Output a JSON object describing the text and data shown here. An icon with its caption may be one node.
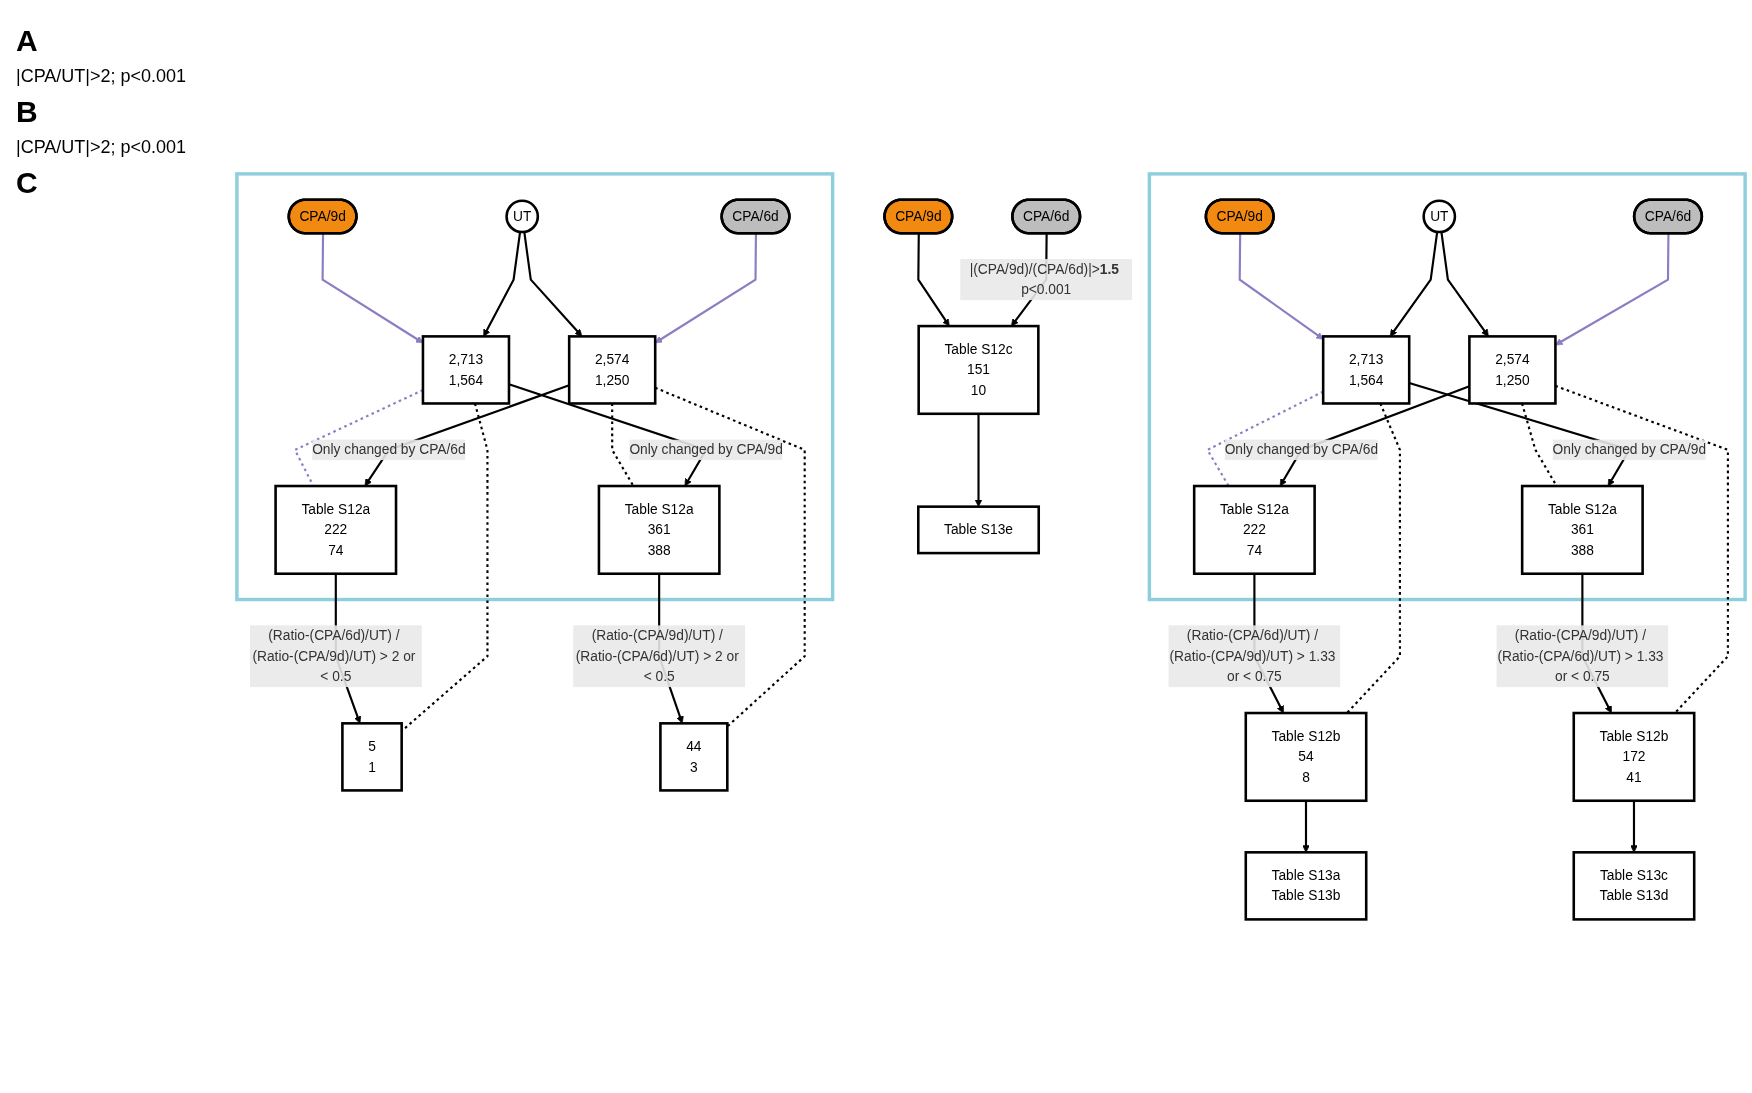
{
  "diagram": {
    "nodes": [
      {
        "text": [],
        "shape": "box"
      },
      {
        "text": [
          "CPA/6d"
        ],
        "in": 0
      },
      {
        "text": [
          "UT"
        ],
        "in": 0
      },
      {
        "text": [
          "CPA/9d"
        ],
        "in": 0
      },
      {
        "text": [
          "2,574",
          "1,250"
        ],
        "in": 0
      },
      {
        "text": [
          "2,713",
          "1,564"
        ],
        "in": 0
      },
      {
        "text": [
          "Table S12a",
          "222",
          "74"
        ],
        "in": 0
      },
      {
        "text": [
          "Table S12a",
          "361",
          "388"
        ],
        "in": 0
      },
      {
        "text": [
          "5",
          "1"
        ]
      },
      {
        "text": [
          "44",
          "3"
        ]
      },
      {
        "text": [],
        "shape": "box"
      },
      {
        "text": [
          "CPA/6d"
        ],
        "in": 10
      },
      {
        "text": [
          "UT"
        ],
        "in": 10
      },
      {
        "text": [
          "CPA/9d"
        ],
        "in": 10
      },
      {
        "text": [
          "2,574",
          "1,250"
        ],
        "in": 10
      },
      {
        "text": [
          "2,713",
          "1,564"
        ],
        "in": 10
      },
      {
        "text": [
          "Table S12a",
          "222",
          "74"
        ],
        "in": 10
      },
      {
        "text": [
          "Table S12a",
          "361",
          "388"
        ],
        "in": 10
      },
      {
        "text": [
          "Table S12b",
          "54",
          "8"
        ]
      },
      {
        "text": [
          "Table S12b",
          "172",
          "41"
        ]
      },
      {
        "text": [
          "Table S13a",
          "Table S13b"
        ]
      },
      {
        "text": [
          "Table S13c",
          "Table S13d"
        ]
      },
      {
        "text": [
          "CPA/6d"
        ]
      },
      {
        "text": [
          "CPA/9d"
        ]
      },
      {
        "text": [
          "Table S12c",
          "151",
          "10"
        ]
      },
      {
        "text": [
          "Table S13e"
        ]
      }
    ],
    "edges": [
      {
        "from": 1,
        "to": 4,
        "arrow": "to",
        "color": "#8e7cc3"
      },
      {
        "from": 2,
        "to": 4,
        "arrow": "to"
      },
      {
        "from": 2,
        "to": 5,
        "arrow": "to"
      },
      {
        "from": 3,
        "to": 5,
        "arrow": "to",
        "color": "#8e7cc3"
      },
      {
        "from": 4,
        "to": 6,
        "arrow": "to",
        "label": "Only changed by CPA/6d"
      },
      {
        "from": 5,
        "to": 7,
        "arrow": "to",
        "label": "Only changed by CPA/9d"
      },
      {
        "from": 4,
        "to": 7,
        "arrow": "none",
        "style": "dashed"
      },
      {
        "from": 4,
        "to": 9,
        "arrow": "none",
        "style": "dashed"
      },
      {
        "from": 5,
        "to": 6,
        "arrow": "none",
        "style": "dashed",
        "color": "#8e7cc3"
      },
      {
        "from": 5,
        "to": 8,
        "arrow": "none",
        "style": "dashed"
      },
      {
        "from": 6,
        "to": 8,
        "arrow": "to",
        "label": "(Ratio-(CPA/6d)/UT) / (Ratio-(CPA/9d)/UT) > 2 or < 0.5"
      },
      {
        "from": 7,
        "to": 9,
        "arrow": "to",
        "label": "(Ratio-(CPA/9d)/UT) / (Ratio-(CPA/6d)/UT) > 2 or < 0.5"
      },
      {
        "from": 11,
        "to": 14,
        "arrow": "to",
        "color": "#8e7cc3"
      },
      {
        "from": 12,
        "to": 14,
        "arrow": "to"
      },
      {
        "from": 12,
        "to": 15,
        "arrow": "to"
      },
      {
        "from": 13,
        "to": 15,
        "arrow": "to",
        "color": "#8e7cc3"
      },
      {
        "from": 14,
        "to": 16,
        "arrow": "to",
        "label": "Only changed by CPA/6d"
      },
      {
        "from": 15,
        "to": 17,
        "arrow": "to",
        "label": "Only changed by CPA/9d"
      },
      {
        "from": 14,
        "to": 17,
        "arrow": "none",
        "style": "dashed"
      },
      {
        "from": 14,
        "to": 19,
        "arrow": "none",
        "style": "dashed"
      },
      {
        "from": 15,
        "to": 16,
        "arrow": "none",
        "style": "dashed",
        "color": "#8e7cc3"
      },
      {
        "from": 15,
        "to": 18,
        "arrow": "none",
        "style": "dashed"
      },
      {
        "from": 16,
        "to": 18,
        "arrow": "to",
        "label": "(Ratio-(CPA/6d)/UT) / (Ratio-(CPA/9d)/UT) > 1.33 or < 0.75"
      },
      {
        "from": 17,
        "to": 19,
        "arrow": "to",
        "label": "(Ratio-(CPA/9d)/UT) / (Ratio-(CPA/6d)/UT) > 1.33 or < 0.75"
      },
      {
        "from": 18,
        "to": 20,
        "arrow": "to"
      },
      {
        "from": 19,
        "to": 21,
        "arrow": "to"
      },
      {
        "from": 22,
        "to": 24,
        "arrow": "to",
        "label": "|(CPA/9d)/(CPA/6d)|>**1.5** p<0.001"
      },
      {
        "from": 23,
        "to": 24,
        "arrow": "to"
      },
      {
        "from": 24,
        "to": 25,
        "arrow": "to"
      }
    ],
    "labels": [
      "A",
      "|CPA/UT|>2; p<0.001",
      "B",
      "|CPA/UT|>2; p<0.001",
      "C"
    ]
  }
}
